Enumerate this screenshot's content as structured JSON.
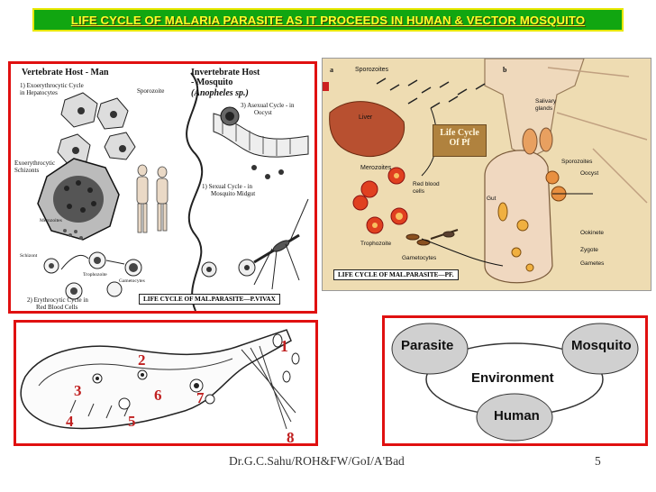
{
  "title": "LIFE CYCLE OF MALARIA PARASITE AS IT PROCEEDS IN HUMAN & VECTOR MOSQUITO",
  "panel1": {
    "vertebrate_title": "Vertebrate Host - Man",
    "invertebrate_title": "Invertebrate Host",
    "mosquito_line": "- Mosquito",
    "anopheles": "(Anopheles sp.)",
    "exo_cycle_1": "1) Exoerythrocytic Cycle",
    "exo_cycle_2": "in Hepatocytes",
    "sporozoite": "Sporozoite",
    "asexual_1": "3) Asexual Cycle - in",
    "asexual_2": "Oocyst",
    "exo_schizonts_1": "Exoerythrocytic",
    "exo_schizonts_2": "Schizonts",
    "sexual_1": "1) Sexual Cycle - in",
    "sexual_2": "Mosquito Midgut",
    "merozoites": "Merozoites",
    "schizont": "Schizont",
    "trophozoite": "Trophozoite",
    "gametocytes": "Gametocytes",
    "ery_cycle_1": "2) Erythrocytic Cycle in",
    "ery_cycle_2": "Red Blood Cells",
    "caption": "LIFE CYCLE OF MAL.PARASITE—P.VIVAX"
  },
  "panel2": {
    "a": "a",
    "b": "b",
    "sporozoites": "Sporozoites",
    "salivary_1": "Salivary",
    "salivary_2": "glands",
    "liver": "Liver",
    "life_cycle_1": "Life Cycle",
    "life_cycle_2": "Of Pf",
    "merozoites": "Merozoites",
    "red_blood_1": "Red blood",
    "red_blood_2": "cells",
    "sporozoites_right": "Sporozoites",
    "oocyst": "Oocyst",
    "gut": "Gut",
    "ookinete": "Ookinete",
    "zygote": "Zygote",
    "gametes": "Gametes",
    "trophozoite": "Trophozoite",
    "gametocytes": "Gametocytes",
    "caption": "LIFE CYCLE OF MAL.PARASITE—PF."
  },
  "panel3": {
    "numbers": [
      "1",
      "2",
      "3",
      "4",
      "5",
      "6",
      "7",
      "8"
    ]
  },
  "panel4": {
    "parasite": "Parasite",
    "mosquito": "Mosquito",
    "environment": "Environment",
    "human": "Human"
  },
  "footer": {
    "credit": "Dr.G.C.Sahu/ROH&FW/GoI/A'Bad",
    "page": "5"
  },
  "colors": {
    "title_bg": "#11a611",
    "title_text": "#ffff2a",
    "panel_border": "#e01010",
    "panel2_bg": "#eedcb2"
  }
}
